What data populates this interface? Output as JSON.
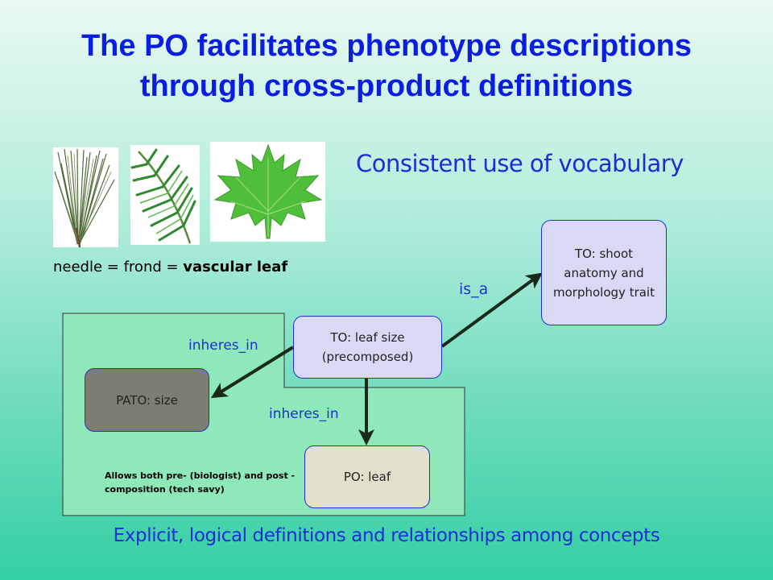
{
  "title": {
    "line1": "The PO facilitates phenotype descriptions",
    "line2": "through cross-product definitions"
  },
  "subtitle": "Consistent use of vocabulary",
  "photos": [
    {
      "icon": "pine-needles-photo"
    },
    {
      "icon": "palm-frond-photo"
    },
    {
      "icon": "maple-leaf-photo"
    }
  ],
  "equation": {
    "prefix": "needle = frond = ",
    "bold": "vascular leaf"
  },
  "boxes": {
    "shoot": "TO: shoot anatomy  and morphology trait",
    "leaf_size": "TO: leaf size (precomposed)",
    "pato_size": "PATO: size",
    "po_leaf": "PO: leaf"
  },
  "relations": {
    "is_a": "is_a",
    "inheres_in_1": "inheres_in",
    "inheres_in_2": "inheres_in"
  },
  "note": "Allows both pre- (biologist) and post -composition (tech savy)",
  "footer": "Explicit, logical definitions and relationships among concepts",
  "colors": {
    "title": "#0a1ee0",
    "relation_label": "#1a33cc",
    "to_box": "#d9d9f5",
    "pato_box": "#7d7d72",
    "po_box": "#e1e0cd",
    "region_fill": "#8ee8b9"
  }
}
